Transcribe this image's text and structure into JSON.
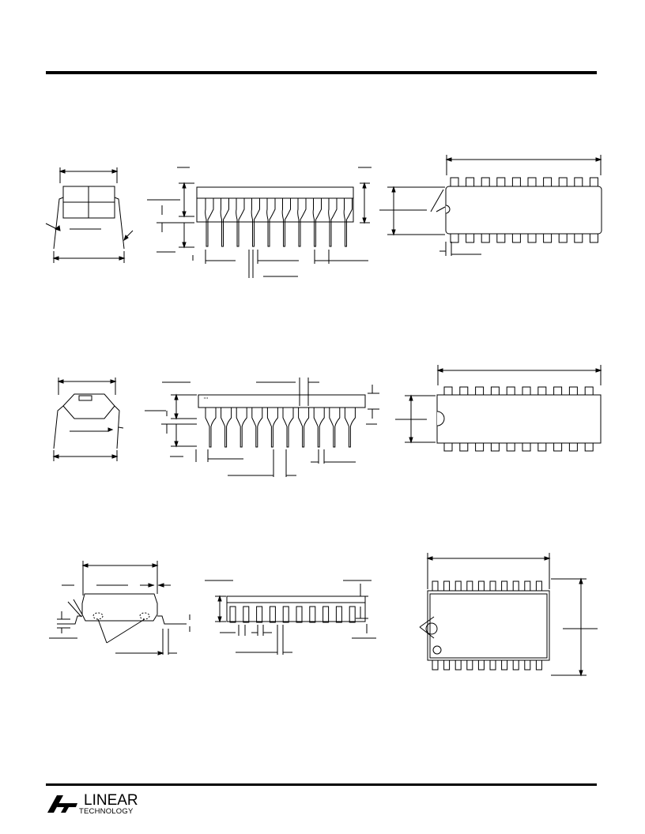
{
  "page": {
    "title": "",
    "sections": [
      {
        "id": "ceramic-dip"
      },
      {
        "id": "plastic-dip"
      },
      {
        "id": "soic"
      }
    ]
  },
  "footer": {
    "logo_primary": "LINEAR",
    "logo_secondary": "TECHNOLOGY",
    "icon": "lt-logo-icon"
  },
  "colors": {
    "ink": "#000000",
    "background": "#ffffff"
  }
}
